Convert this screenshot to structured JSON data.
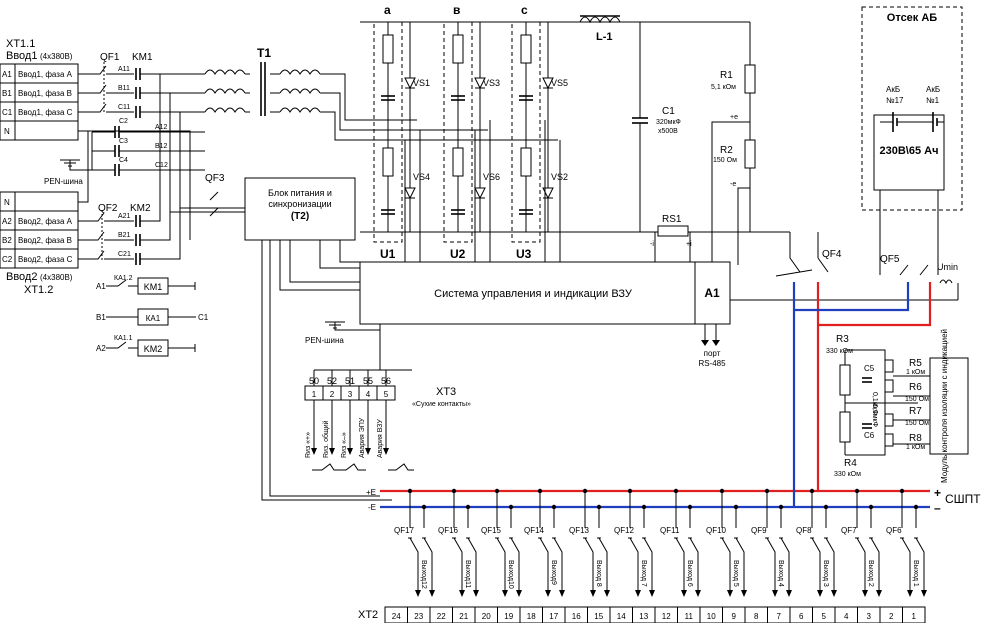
{
  "colors": {
    "bus_plus": "#e02020",
    "bus_minus": "#1f3fbf",
    "line": "#000000"
  },
  "input1": {
    "title": "XT1.1",
    "label": "Ввод1",
    "rating": "(4х380В)",
    "rows": [
      {
        "pin": "A1",
        "text": "Ввод1, фаза А"
      },
      {
        "pin": "B1",
        "text": "Ввод1, фаза В"
      },
      {
        "pin": "C1",
        "text": "Ввод1, фаза С"
      },
      {
        "pin": "N",
        "text": ""
      }
    ]
  },
  "input2": {
    "title": "XT1.2",
    "label": "Ввод2",
    "rating": "(4х380В)",
    "rows": [
      {
        "pin": "N",
        "text": ""
      },
      {
        "pin": "A2",
        "text": "Ввод2, фаза А"
      },
      {
        "pin": "B2",
        "text": "Ввод2, фаза В"
      },
      {
        "pin": "C2",
        "text": "Ввод2, фаза С"
      }
    ]
  },
  "labels": {
    "qf1": "QF1",
    "km1": "KM1",
    "qf2": "QF2",
    "km2": "KM2",
    "qf3": "QF3",
    "qf4": "QF4",
    "qf5": "QF5",
    "t1": "T1",
    "a11": "A11",
    "b11": "B11",
    "c11": "C11",
    "a21": "A21",
    "b21": "B21",
    "c21": "C21",
    "c2": "C2",
    "c3": "C3",
    "c4": "C4",
    "a12": "A12",
    "b12": "B12",
    "c12": "C12",
    "pen": "PEN-шина",
    "pen2": "PEN-шина",
    "l1": "L-1",
    "rs1": "RS1",
    "umin": "Umin",
    "minus_i": "-i",
    "plus_i": "+i",
    "plus_e": "+e",
    "minus_e": "-e",
    "bus_pe": "+E",
    "bus_me": "-E",
    "bus_plus": "+",
    "bus_minus": "–",
    "sshpt": "СШПТ",
    "xt2": "XT2"
  },
  "bridge": {
    "cols": [
      "а",
      "в",
      "с"
    ],
    "units": [
      "U1",
      "U2",
      "U3"
    ],
    "thyristors": [
      "VS1",
      "VS3",
      "VS5",
      "VS4",
      "VS6",
      "VS2"
    ]
  },
  "km_coils": [
    {
      "contact": "A1",
      "ka": "КА1.2",
      "coil": "KM1"
    },
    {
      "contact": "B1",
      "ka": "",
      "coil": "КА1",
      "end": "C1"
    },
    {
      "contact": "A2",
      "ka": "КА1.1",
      "coil": "KM2"
    }
  ],
  "power_block": {
    "line1": "Блок питания и",
    "line2": "синхронизации",
    "line3": "(T2)"
  },
  "control_block": {
    "title": "Система управления и индикации ВЗУ",
    "tag": "A1",
    "port1": "порт",
    "port2": "RS-485"
  },
  "components": {
    "c1": "C1",
    "c1_val1": "320мкФ",
    "c1_val2": "х500В",
    "r1": "R1",
    "r1_val": "5,1 кОм",
    "r2": "R2",
    "r2_val": "150 Ом",
    "r3": "R3",
    "r3_val": "330 кОм",
    "r4": "R4",
    "r4_val": "330 кОм",
    "r5": "R5",
    "r5_val": "1 кОм",
    "r6": "R6",
    "r6_val": "150 Ом",
    "r7": "R7",
    "r7_val": "150 Ом",
    "r8": "R8",
    "r8_val": "1 кОм",
    "c5": "C5",
    "c6": "C6",
    "c5_note": "0,1мкФ",
    "c6_note": "0,1мкФ",
    "module": "Модуль контроля изоляции с индикацией"
  },
  "battery": {
    "compartment": "Отсек АБ",
    "cell17_a": "АкБ",
    "cell17_b": "№17",
    "cell1_a": "АкБ",
    "cell1_b": "№1",
    "rating": "230В\\65 Ач"
  },
  "xt3": {
    "title": "XT3",
    "subtitle": "«Сухие контакты»",
    "wires": [
      "50",
      "52",
      "51",
      "55",
      "56"
    ],
    "pins": [
      "1",
      "2",
      "3",
      "4",
      "5"
    ],
    "signals": [
      "Rиз «+»",
      "Rиз. общий",
      "Rиз «–»",
      "Авария ЭПУ",
      "Авария ВЗУ"
    ]
  },
  "feeders": {
    "breakers": [
      "QF17",
      "QF16",
      "QF15",
      "QF14",
      "QF13",
      "QF12",
      "QF11",
      "QF10",
      "QF9",
      "QF8",
      "QF7",
      "QF6"
    ],
    "outputs": [
      "Выход12",
      "Выход11",
      "Выход10",
      "Выход9",
      "Выход 8",
      "Выход 7",
      "Выход 6",
      "Выход 5",
      "Выход 4",
      "Выход 3",
      "Выход 2",
      "Выход 1"
    ],
    "xt2_terminals": [
      "24",
      "23",
      "22",
      "21",
      "20",
      "19",
      "18",
      "17",
      "16",
      "15",
      "14",
      "13",
      "12",
      "11",
      "10",
      "9",
      "8",
      "7",
      "6",
      "5",
      "4",
      "3",
      "2",
      "1"
    ]
  }
}
